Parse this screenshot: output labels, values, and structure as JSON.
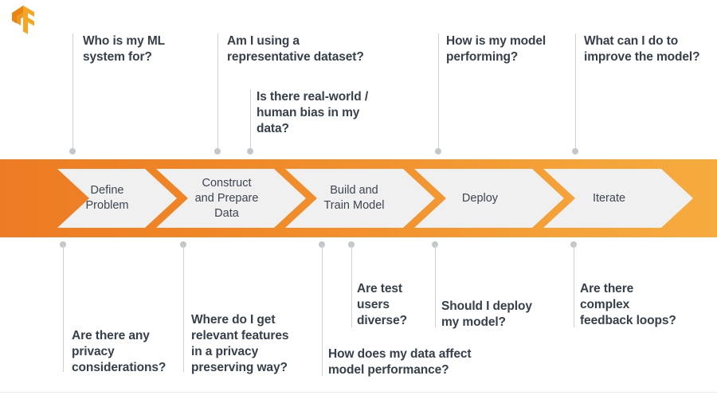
{
  "logo": {
    "name": "tensorflow-logo",
    "color_light": "#F5A623",
    "color_dark": "#E8840F"
  },
  "banner": {
    "gradient_start": "#ED7B24",
    "gradient_end": "#F6AB3E",
    "chevron_fill": "#F0F0F0",
    "steps": [
      {
        "id": "define-problem",
        "label": "Define\nProblem"
      },
      {
        "id": "construct-prepare-data",
        "label": "Construct\nand Prepare\nData"
      },
      {
        "id": "build-train-model",
        "label": "Build and\nTrain Model"
      },
      {
        "id": "deploy",
        "label": "Deploy"
      },
      {
        "id": "iterate",
        "label": "Iterate"
      }
    ]
  },
  "text_color": "#35404A",
  "questions_top": [
    {
      "id": "who-is-my-ml-system-for",
      "text": "Who is my ML\nsystem for?"
    },
    {
      "id": "representative-dataset",
      "text": "Am I using a\nrepresentative dataset?"
    },
    {
      "id": "real-world-human-bias",
      "text": "Is there real-world /\nhuman bias in my\ndata?"
    },
    {
      "id": "how-is-my-model-performing",
      "text": "How is my model\nperforming?"
    },
    {
      "id": "improve-the-model",
      "text": "What can I do to\nimprove the model?"
    }
  ],
  "questions_bottom": [
    {
      "id": "privacy-considerations",
      "text": "Are there any\nprivacy\nconsiderations?"
    },
    {
      "id": "relevant-features-privacy",
      "text": "Where do I get\nrelevant features\nin a privacy\npreserving way?"
    },
    {
      "id": "are-test-users-diverse",
      "text": "Are test\nusers\ndiverse?"
    },
    {
      "id": "data-affect-model-performance",
      "text": "How does my data affect\nmodel performance?"
    },
    {
      "id": "should-i-deploy-my-model",
      "text": "Should I deploy\nmy model?"
    },
    {
      "id": "complex-feedback-loops",
      "text": "Are there\ncomplex\nfeedback loops?"
    }
  ]
}
